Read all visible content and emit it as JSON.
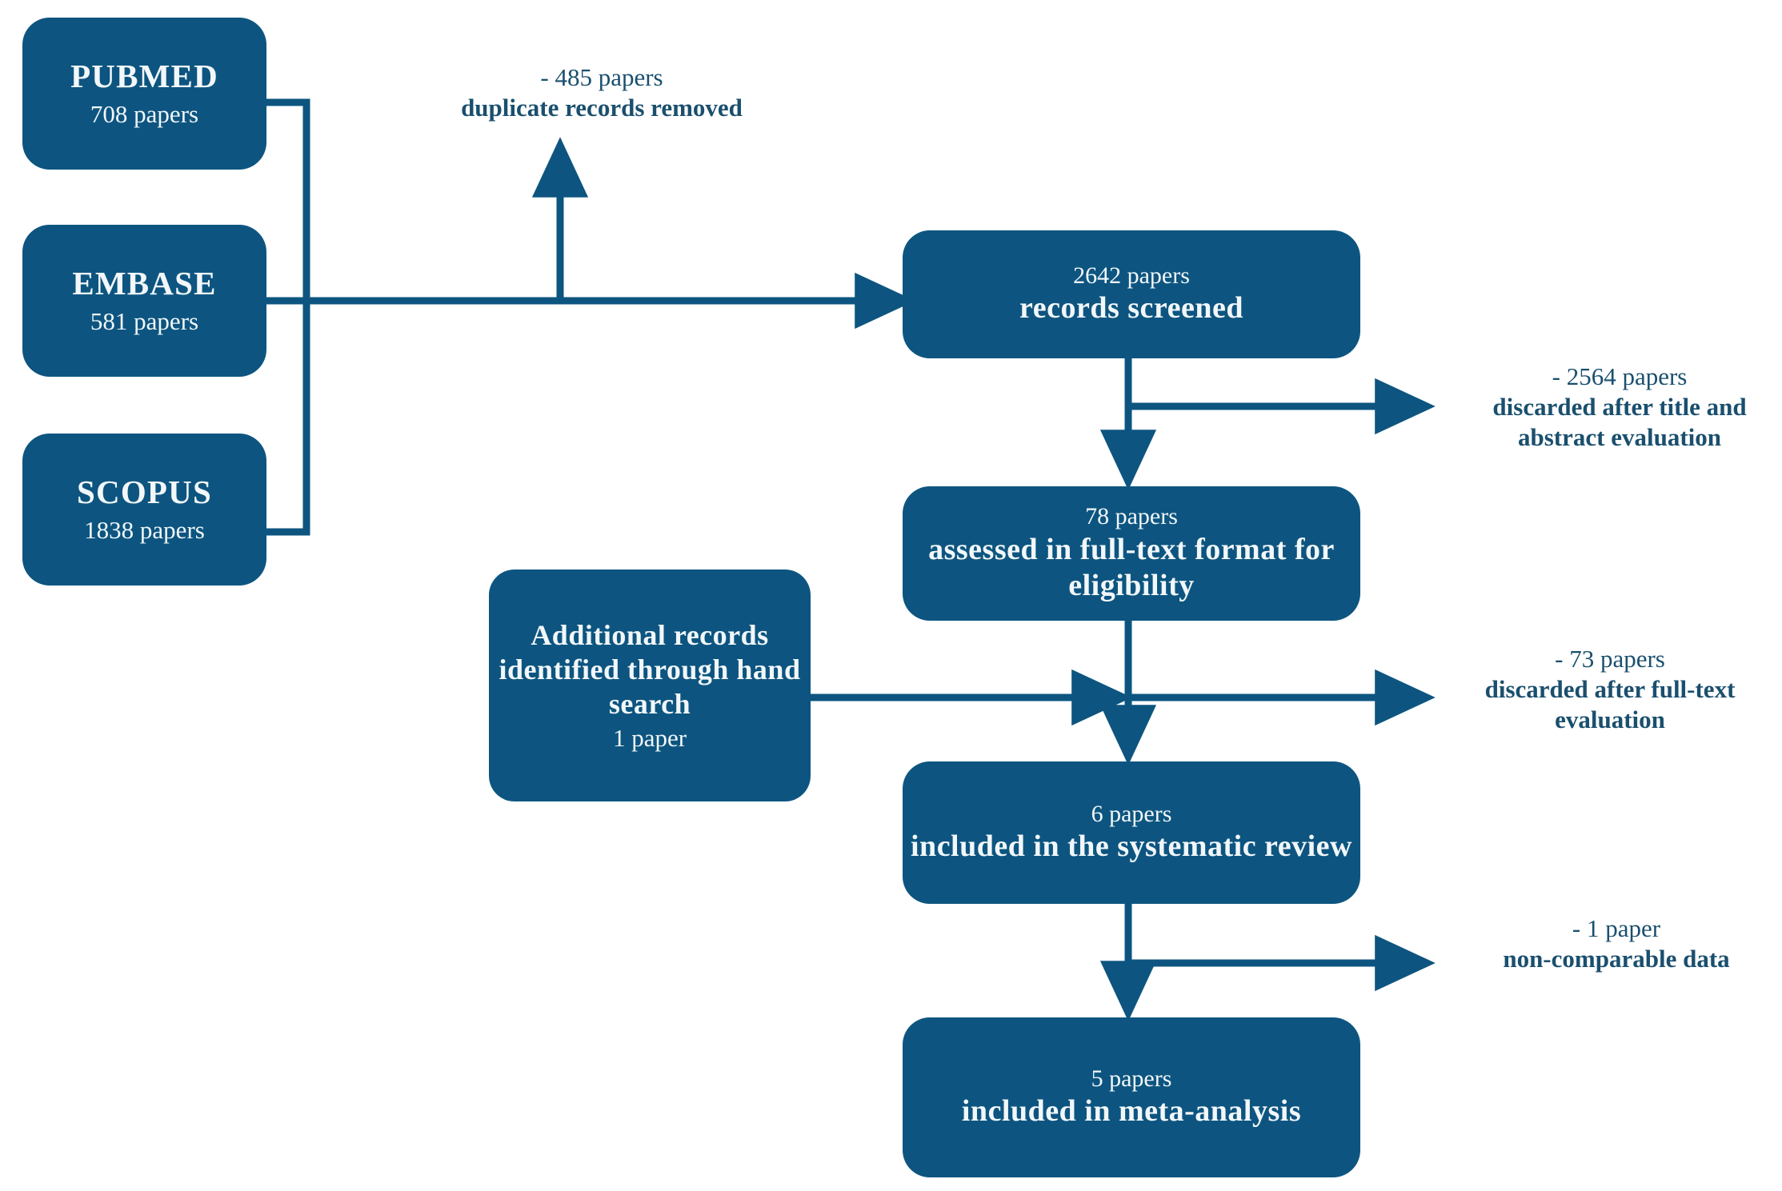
{
  "diagram": {
    "type": "prisma-flow-diagram",
    "accent_color": "#0d5580",
    "text_on_fill_color": "#f2f7fa",
    "annotation_color": "#1a4f6e",
    "background_color": "#ffffff"
  },
  "sources": [
    {
      "name": "pubmed",
      "title": "PUBMED",
      "count": "708 papers"
    },
    {
      "name": "embase",
      "title": "EMBASE",
      "count": "581 papers"
    },
    {
      "name": "scopus",
      "title": "SCOPUS",
      "count": "1838 papers"
    }
  ],
  "hand_search": {
    "title": "Additional records identified through hand search",
    "count": "1 paper"
  },
  "stages": [
    {
      "name": "records-screened",
      "count": "2642 papers",
      "label": "records screened"
    },
    {
      "name": "full-text-assessed",
      "count": "78 papers",
      "label": "assessed in full-text format for eligibility"
    },
    {
      "name": "systematic-review",
      "count": "6 papers",
      "label": "included in the systematic review"
    },
    {
      "name": "meta-analysis",
      "count": "5 papers",
      "label": "included in meta-analysis"
    }
  ],
  "exclusions": [
    {
      "name": "duplicates",
      "count": "- 485 papers",
      "reason": "duplicate records removed"
    },
    {
      "name": "title-abstract",
      "count": "- 2564 papers",
      "reason": "discarded after title and abstract evaluation"
    },
    {
      "name": "full-text",
      "count": "- 73 papers",
      "reason": "discarded after full-text evaluation"
    },
    {
      "name": "non-comparable",
      "count": "- 1 paper",
      "reason": "non-comparable data"
    }
  ],
  "chart_data": {
    "type": "flowchart",
    "title": "PRISMA study-selection flow diagram",
    "nodes": [
      {
        "id": "pubmed",
        "label": "PUBMED",
        "value": 708,
        "unit": "papers"
      },
      {
        "id": "embase",
        "label": "EMBASE",
        "value": 581,
        "unit": "papers"
      },
      {
        "id": "scopus",
        "label": "SCOPUS",
        "value": 1838,
        "unit": "papers"
      },
      {
        "id": "hand_search",
        "label": "Additional records identified through hand search",
        "value": 1,
        "unit": "paper"
      },
      {
        "id": "screened",
        "label": "records screened",
        "value": 2642,
        "unit": "papers"
      },
      {
        "id": "fulltext",
        "label": "assessed in full-text format for eligibility",
        "value": 78,
        "unit": "papers"
      },
      {
        "id": "included",
        "label": "included in the systematic review",
        "value": 6,
        "unit": "papers"
      },
      {
        "id": "meta",
        "label": "included in meta-analysis",
        "value": 5,
        "unit": "papers"
      }
    ],
    "exclusions": [
      {
        "from": "sources",
        "value": 485,
        "unit": "papers",
        "reason": "duplicate records removed"
      },
      {
        "from": "screened",
        "value": 2564,
        "unit": "papers",
        "reason": "discarded after title and abstract evaluation"
      },
      {
        "from": "fulltext",
        "value": 73,
        "unit": "papers",
        "reason": "discarded after full-text evaluation"
      },
      {
        "from": "included",
        "value": 1,
        "unit": "paper",
        "reason": "non-comparable data"
      }
    ],
    "edges": [
      {
        "from": "pubmed",
        "to": "screened"
      },
      {
        "from": "embase",
        "to": "screened"
      },
      {
        "from": "scopus",
        "to": "screened"
      },
      {
        "from": "screened",
        "to": "fulltext"
      },
      {
        "from": "hand_search",
        "to": "fulltext_to_included_junction"
      },
      {
        "from": "fulltext",
        "to": "included"
      },
      {
        "from": "included",
        "to": "meta"
      }
    ]
  }
}
